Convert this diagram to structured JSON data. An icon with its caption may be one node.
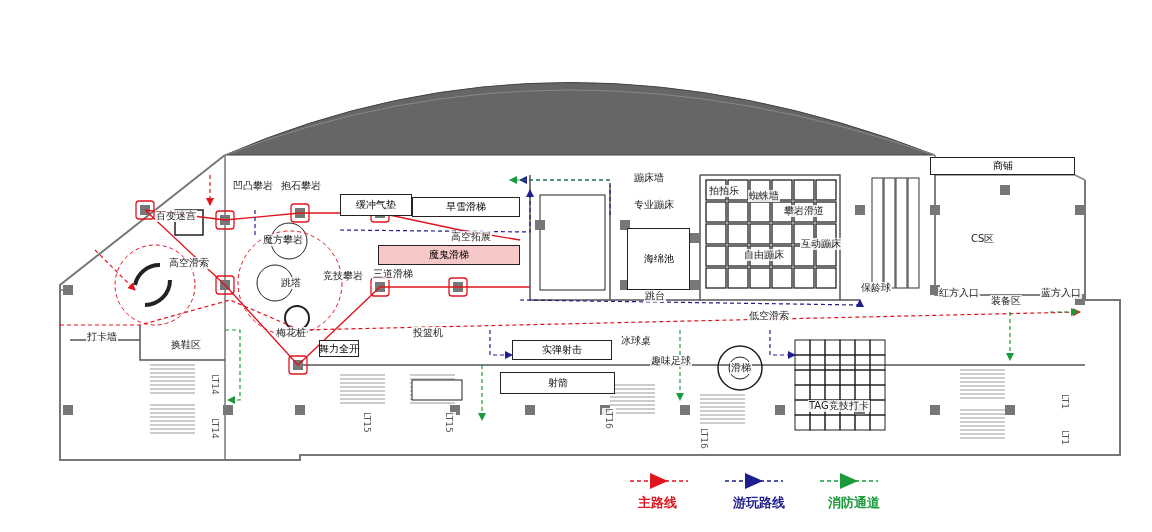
{
  "diagram": {
    "nodes": [
      {
        "text": [
          "缓冲气垫"
        ]
      },
      {
        "text": [
          "旱雪滑梯"
        ]
      },
      {
        "text": [
          "魔鬼滑梯"
        ]
      },
      {
        "text": [
          "海绵池"
        ]
      },
      {
        "text": [
          "舞力全开"
        ]
      },
      {
        "text": [
          "实弹射击"
        ]
      },
      {
        "text": [
          "射箭"
        ]
      },
      {
        "text": [
          "商铺"
        ]
      }
    ],
    "labels": [
      "凹凸攀岩",
      "抱石攀岩",
      "蹦床墙",
      "拍拍乐",
      "蜘蛛墙",
      "百变迷宫",
      "专业蹦床",
      "攀岩滑道",
      "魔方攀岩",
      "高空拓展",
      "互动蹦床",
      "CS区",
      "自由蹦床",
      "高空滑索",
      "跳塔",
      "竞技攀岩",
      "三道滑梯",
      "跳台",
      "保龄球",
      "红方入口",
      "装备区",
      "蓝方入口",
      "低空滑索",
      "打卡墙",
      "换鞋区",
      "梅花桩",
      "投篮机",
      "冰球桌",
      "趣味足球",
      "滑梯",
      "LT14",
      "LT15",
      "LT15",
      "LT16",
      "LT16",
      "TAG竞技打卡",
      "LT1",
      "LT14",
      "LT1"
    ],
    "legend": [
      {
        "text": "主路线"
      },
      {
        "text": "游玩路线"
      },
      {
        "text": "消防通道"
      }
    ]
  }
}
